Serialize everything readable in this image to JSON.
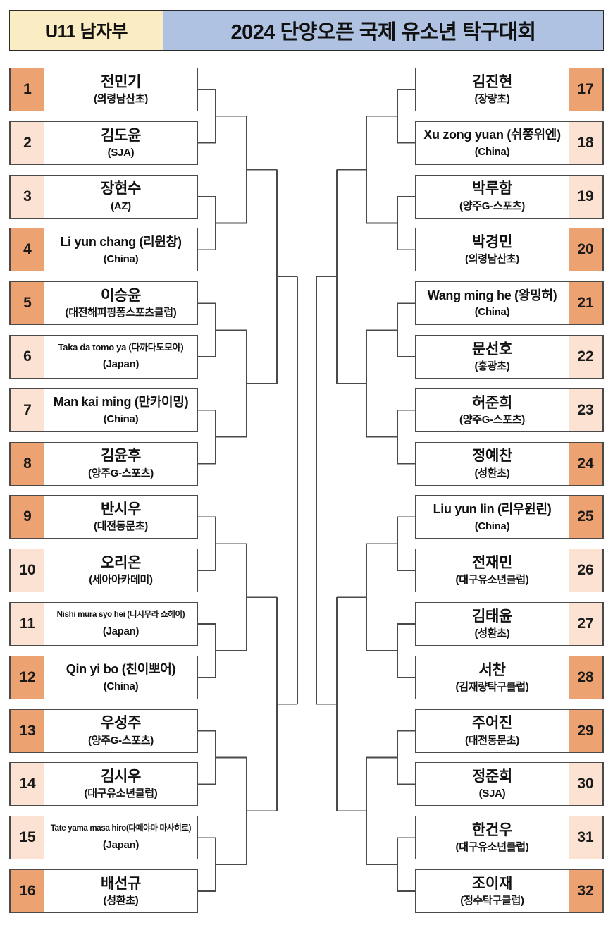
{
  "header": {
    "category": "U11 남자부",
    "title": "2024 단양오픈 국제 유소년 탁구대회",
    "category_bg": "#FAEDC4",
    "title_bg": "#AFC2E2"
  },
  "colors": {
    "seed_dark": "#EDA271",
    "seed_light": "#FBE2D2",
    "line": "#4a4a4a",
    "border": "#4a4a4a"
  },
  "bracket": {
    "type": "single-elimination",
    "draw_size": 32,
    "rounds": 5,
    "left_half_seeds": [
      1,
      2,
      3,
      4,
      5,
      6,
      7,
      8,
      9,
      10,
      11,
      12,
      13,
      14,
      15,
      16
    ],
    "right_half_seeds": [
      17,
      18,
      19,
      20,
      21,
      22,
      23,
      24,
      25,
      26,
      27,
      28,
      29,
      30,
      31,
      32
    ]
  },
  "players": {
    "left": [
      {
        "seed": "1",
        "name": "전민기",
        "club": "(의령남산초)",
        "shade": "dark",
        "size": "lg"
      },
      {
        "seed": "2",
        "name": "김도윤",
        "club": "(SJA)",
        "shade": "light",
        "size": "lg"
      },
      {
        "seed": "3",
        "name": "장현수",
        "club": "(AZ)",
        "shade": "light",
        "size": "lg"
      },
      {
        "seed": "4",
        "name": "Li yun chang (리윈창)",
        "club": "(China)",
        "shade": "dark",
        "size": "md"
      },
      {
        "seed": "5",
        "name": "이승윤",
        "club": "(대전해피핑퐁스포츠클럽)",
        "shade": "dark",
        "size": "lg"
      },
      {
        "seed": "6",
        "name": "Taka da tomo ya (다까다도모야)",
        "club": "(Japan)",
        "shade": "light",
        "size": "sm"
      },
      {
        "seed": "7",
        "name": "Man kai ming (만카이밍)",
        "club": "(China)",
        "shade": "light",
        "size": "md"
      },
      {
        "seed": "8",
        "name": "김윤후",
        "club": "(양주G-스포츠)",
        "shade": "dark",
        "size": "lg"
      },
      {
        "seed": "9",
        "name": "반시우",
        "club": "(대전동문초)",
        "shade": "dark",
        "size": "lg"
      },
      {
        "seed": "10",
        "name": "오리온",
        "club": "(세아아카데미)",
        "shade": "light",
        "size": "lg"
      },
      {
        "seed": "11",
        "name": "Nishi mura syo hei (니시무라 쇼헤이)",
        "club": "(Japan)",
        "shade": "light",
        "size": "xs"
      },
      {
        "seed": "12",
        "name": "Qin yi bo (친이뽀어)",
        "club": "(China)",
        "shade": "dark",
        "size": "md"
      },
      {
        "seed": "13",
        "name": "우성주",
        "club": "(양주G-스포츠)",
        "shade": "dark",
        "size": "lg"
      },
      {
        "seed": "14",
        "name": "김시우",
        "club": "(대구유소년클럽)",
        "shade": "light",
        "size": "lg"
      },
      {
        "seed": "15",
        "name": "Tate yama masa hiro(다떼야마 마사히로)",
        "club": "(Japan)",
        "shade": "light",
        "size": "xs"
      },
      {
        "seed": "16",
        "name": "배선규",
        "club": "(성환초)",
        "shade": "dark",
        "size": "lg"
      }
    ],
    "right": [
      {
        "seed": "17",
        "name": "김진현",
        "club": "(장량초)",
        "shade": "dark",
        "size": "lg"
      },
      {
        "seed": "18",
        "name": "Xu zong yuan (쉬쫑위엔)",
        "club": "(China)",
        "shade": "light",
        "size": "md"
      },
      {
        "seed": "19",
        "name": "박루함",
        "club": "(양주G-스포츠)",
        "shade": "light",
        "size": "lg"
      },
      {
        "seed": "20",
        "name": "박경민",
        "club": "(의령남산초)",
        "shade": "dark",
        "size": "lg"
      },
      {
        "seed": "21",
        "name": "Wang ming he (왕밍허)",
        "club": "(China)",
        "shade": "dark",
        "size": "md"
      },
      {
        "seed": "22",
        "name": "문선호",
        "club": "(홍광초)",
        "shade": "light",
        "size": "lg"
      },
      {
        "seed": "23",
        "name": "허준희",
        "club": "(양주G-스포츠)",
        "shade": "light",
        "size": "lg"
      },
      {
        "seed": "24",
        "name": "정예찬",
        "club": "(성환초)",
        "shade": "dark",
        "size": "lg"
      },
      {
        "seed": "25",
        "name": "Liu yun lin (리우윈린)",
        "club": "(China)",
        "shade": "dark",
        "size": "md"
      },
      {
        "seed": "26",
        "name": "전재민",
        "club": "(대구유소년클럽)",
        "shade": "light",
        "size": "lg"
      },
      {
        "seed": "27",
        "name": "김태윤",
        "club": "(성환초)",
        "shade": "light",
        "size": "lg"
      },
      {
        "seed": "28",
        "name": "서찬",
        "club": "(김재량탁구클럽)",
        "shade": "dark",
        "size": "lg"
      },
      {
        "seed": "29",
        "name": "주어진",
        "club": "(대전동문초)",
        "shade": "dark",
        "size": "lg"
      },
      {
        "seed": "30",
        "name": "정준희",
        "club": "(SJA)",
        "shade": "light",
        "size": "lg"
      },
      {
        "seed": "31",
        "name": "한건우",
        "club": "(대구유소년클럽)",
        "shade": "light",
        "size": "lg"
      },
      {
        "seed": "32",
        "name": "조이재",
        "club": "(정수탁구클럽)",
        "shade": "dark",
        "size": "lg"
      }
    ]
  }
}
